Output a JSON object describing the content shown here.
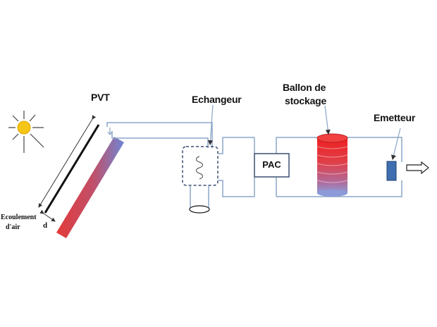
{
  "labels": {
    "pvt": "PVT",
    "echangeur": "Echangeur",
    "ballon_line1": "Ballon de",
    "ballon_line2": "stockage",
    "emetteur": "Emetteur",
    "pac": "PAC",
    "ecoulement_line1": "Ecoulement",
    "ecoulement_line2": "d'air",
    "d": "d"
  },
  "colors": {
    "pipe": "#8aa6c8",
    "sun": "#f5c518",
    "panel_red": "#e23b3b",
    "panel_blue": "#7a8ad0",
    "emitter": "#3f6fb0",
    "tank_red": "#e8262a",
    "tank_blue": "#8fa0d8"
  },
  "icons": [
    "sun-icon",
    "arrow-right-icon",
    "coil-icon"
  ]
}
